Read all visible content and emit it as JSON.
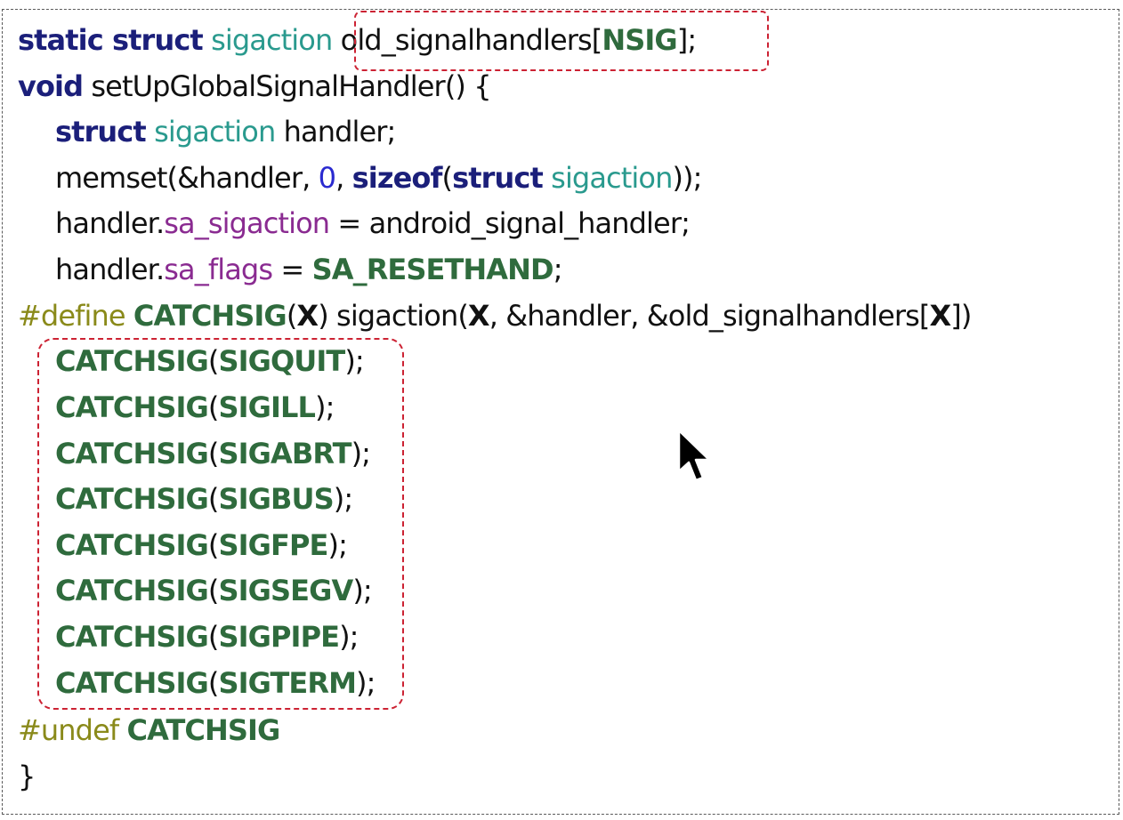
{
  "code": {
    "l1": {
      "kw": "static struct",
      "sp": " ",
      "type": "sigaction",
      "sp2": " ",
      "name": "old_signalhandlers[",
      "macro": "NSIG",
      "end": "];"
    },
    "l2": {
      "kw": "void",
      "rest": " setUpGlobalSignalHandler() {"
    },
    "l3": {
      "kw": "struct",
      "sp": " ",
      "type": "sigaction",
      "rest": " handler;"
    },
    "l4": {
      "a": "memset(&handler, ",
      "num": "0",
      "b": ", ",
      "kw": "sizeof",
      "c": "(",
      "kw2": "struct",
      "sp": " ",
      "type": "sigaction",
      "d": "));"
    },
    "l5": {
      "a": "handler.",
      "member": "sa_sigaction",
      "b": " = android_signal_handler;"
    },
    "l6": {
      "a": "handler.",
      "member": "sa_flags",
      "b": " = ",
      "macro": "SA_RESETHAND",
      "c": ";"
    },
    "l7": {
      "pp": "#define",
      "sp": " ",
      "macro": "CATCHSIG",
      "a": "(",
      "x1": "X",
      "b": ") sigaction(",
      "x2": "X",
      "c": ", &handler, &old_signalhandlers[",
      "x3": "X",
      "d": "])"
    },
    "catch_calls": [
      {
        "macro": "CATCHSIG",
        "open": "(",
        "sig": "SIGQUIT",
        "end": ");"
      },
      {
        "macro": "CATCHSIG",
        "open": "(",
        "sig": "SIGILL",
        "end": ");"
      },
      {
        "macro": "CATCHSIG",
        "open": "(",
        "sig": "SIGABRT",
        "end": ");"
      },
      {
        "macro": "CATCHSIG",
        "open": "(",
        "sig": "SIGBUS",
        "end": ");"
      },
      {
        "macro": "CATCHSIG",
        "open": "(",
        "sig": "SIGFPE",
        "end": ");"
      },
      {
        "macro": "CATCHSIG",
        "open": "(",
        "sig": "SIGSEGV",
        "end": ");"
      },
      {
        "macro": "CATCHSIG",
        "open": "(",
        "sig": "SIGPIPE",
        "end": ");"
      },
      {
        "macro": "CATCHSIG",
        "open": "(",
        "sig": "SIGTERM",
        "end": ");"
      }
    ],
    "l16": {
      "pp": "#undef",
      "sp": " ",
      "macro": "CATCHSIG"
    },
    "l17": {
      "text": "}"
    }
  },
  "colors": {
    "keyword": "#1b1f7a",
    "type": "#2a9a8e",
    "member": "#8a2b91",
    "number": "#2a2ad0",
    "macro": "#2f6b3d",
    "preprocessor": "#8a8a1a",
    "highlight_border": "#cc2233",
    "frame_border": "#5a5a5a"
  },
  "icons": {
    "cursor": "mouse-pointer-icon"
  }
}
